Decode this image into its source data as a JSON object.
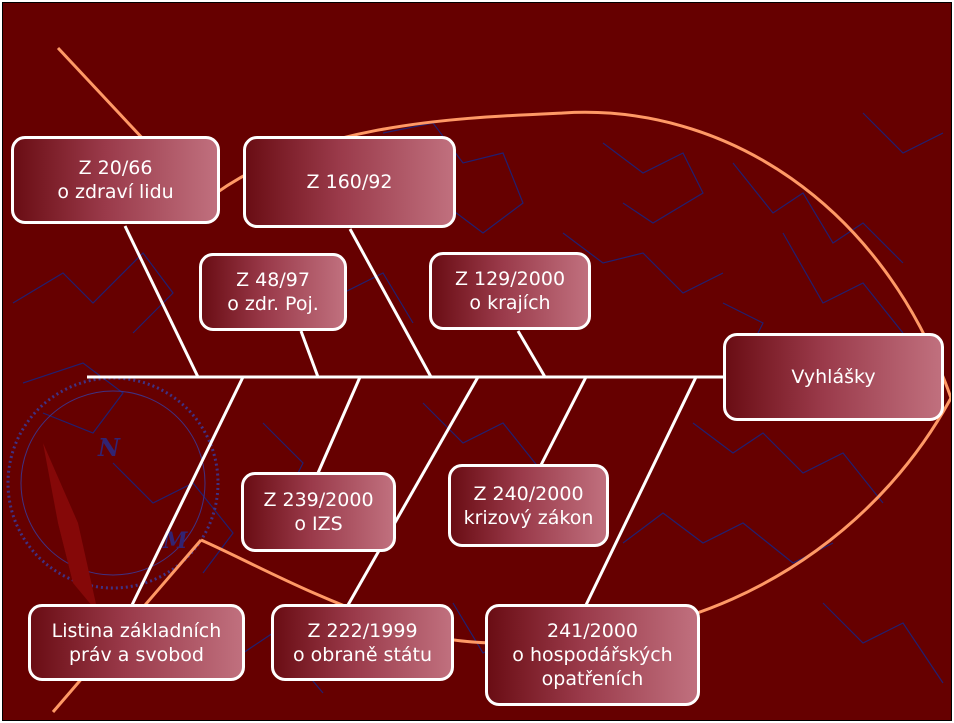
{
  "diagram": {
    "boxes": {
      "z20_66": {
        "line1": "Z 20/66",
        "line2": "o zdraví lidu"
      },
      "z160_92": {
        "line1": "Z 160/92"
      },
      "z48_97": {
        "line1": "Z 48/97",
        "line2": "o zdr. Poj."
      },
      "z129_2000": {
        "line1": "Z 129/2000",
        "line2": "o krajích"
      },
      "vyhlasky": {
        "line1": "Vyhlášky"
      },
      "z239_2000": {
        "line1": "Z 239/2000",
        "line2": "o IZS"
      },
      "z240_2000": {
        "line1": "Z 240/2000",
        "line2": "krizový zákon"
      },
      "listina": {
        "line1": "Listina základních",
        "line2": "práv a svobod"
      },
      "z222_1999": {
        "line1": "Z 222/1999",
        "line2": "o obraně státu"
      },
      "z241_2000": {
        "line1": "241/2000",
        "line2": "o hospodářských",
        "line3": "opatřeních"
      }
    },
    "colors": {
      "background": "#660000",
      "spine": "#ffffff",
      "fish_outline": "#ff9966",
      "map_lines": "#1a237e",
      "box_gradient_start": "#6a0d14",
      "box_gradient_end": "#c0707e"
    },
    "icons": [
      "compass-rose-icon"
    ]
  }
}
